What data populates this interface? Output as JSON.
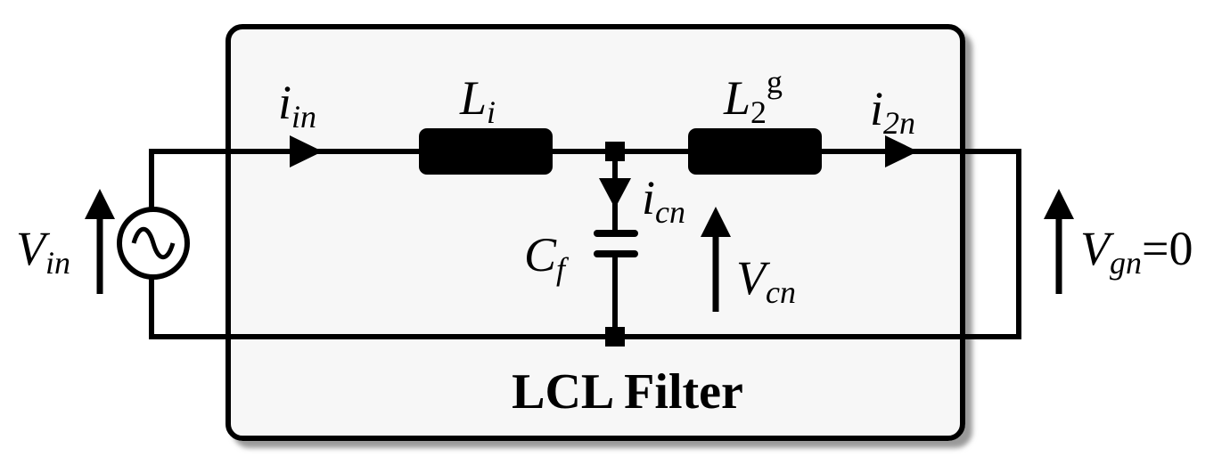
{
  "filter_title": "LCL Filter",
  "labels": {
    "v_in": {
      "main": "V",
      "sub": "in"
    },
    "i_in": {
      "main": "i",
      "sub": "in"
    },
    "l_i": {
      "main": "L",
      "sub": "i"
    },
    "l_2g": {
      "main": "L",
      "sub": "2",
      "sup": "g"
    },
    "i_2n": {
      "main": "i",
      "sub": "2n"
    },
    "i_cn": {
      "main": "i",
      "sub": "cn"
    },
    "c_f": {
      "main": "C",
      "sub": "f"
    },
    "v_cn": {
      "main": "V",
      "sub": "cn"
    },
    "v_gn": {
      "main": "V",
      "sub": "gn",
      "suffix": "=0"
    }
  },
  "colors": {
    "stroke": "#000000",
    "box_fill": "#f7f7f7",
    "box_shadow": "#9a9a9a"
  }
}
